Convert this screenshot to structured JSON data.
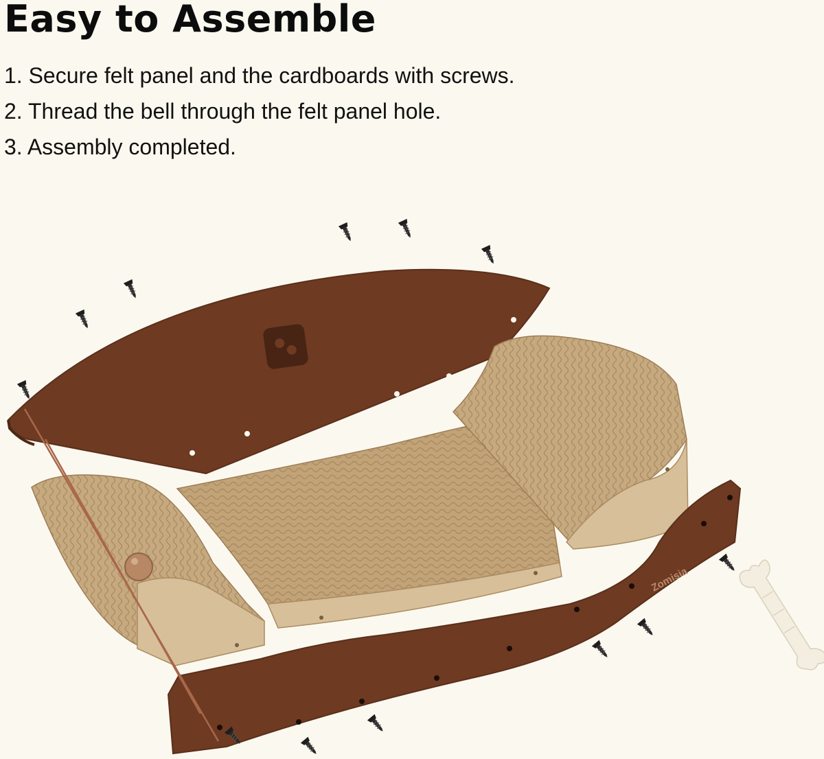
{
  "heading": "Easy to Assemble",
  "steps": [
    "1. Secure felt panel and the cardboards with screws.",
    "2. Thread the bell through the felt panel hole.",
    "3. Assembly completed."
  ],
  "brand_mark": "Zomisia",
  "colors": {
    "background": "#fbf8ef",
    "felt": "#6e3a22",
    "cardboard": "#c4a57a",
    "cardboard_side": "#d7bf9a",
    "screw": "#1b1b1b",
    "chew_toy": "#f1ecdc"
  },
  "icons": [
    "screw-icon",
    "bell-ball-icon",
    "chew-toy-icon",
    "paw-logo-icon"
  ]
}
